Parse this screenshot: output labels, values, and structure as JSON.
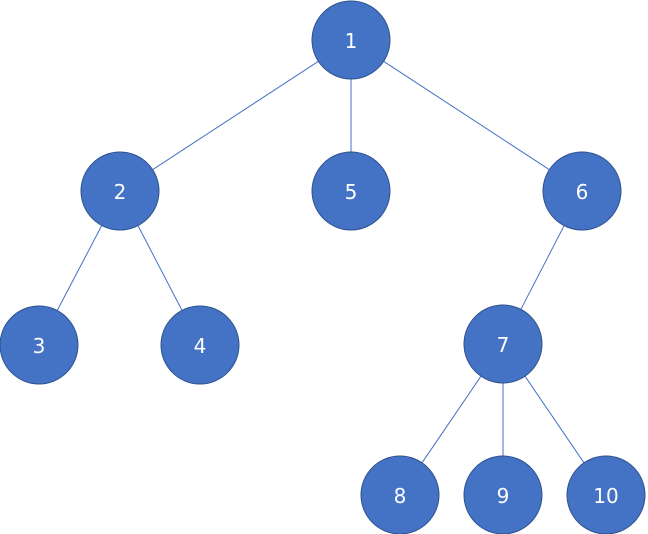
{
  "colors": {
    "node_fill": "#4472c4",
    "node_stroke": "#2f528f",
    "edge": "#4472c4",
    "label": "#ffffff"
  },
  "tree": {
    "nodes": [
      {
        "id": "1",
        "label": "1"
      },
      {
        "id": "2",
        "label": "2"
      },
      {
        "id": "5",
        "label": "5"
      },
      {
        "id": "6",
        "label": "6"
      },
      {
        "id": "3",
        "label": "3"
      },
      {
        "id": "4",
        "label": "4"
      },
      {
        "id": "7",
        "label": "7"
      },
      {
        "id": "8",
        "label": "8"
      },
      {
        "id": "9",
        "label": "9"
      },
      {
        "id": "10",
        "label": "10"
      }
    ],
    "edges": [
      {
        "from": "1",
        "to": "2"
      },
      {
        "from": "1",
        "to": "5"
      },
      {
        "from": "1",
        "to": "6"
      },
      {
        "from": "2",
        "to": "3"
      },
      {
        "from": "2",
        "to": "4"
      },
      {
        "from": "6",
        "to": "7"
      },
      {
        "from": "7",
        "to": "8"
      },
      {
        "from": "7",
        "to": "9"
      },
      {
        "from": "7",
        "to": "10"
      }
    ]
  }
}
